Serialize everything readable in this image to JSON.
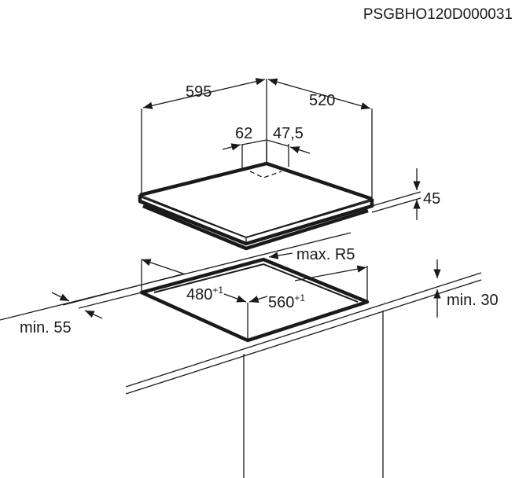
{
  "document_code": "PSGBHO120D000031",
  "hob_dimensions": {
    "width": "595",
    "depth": "520",
    "left_offset": "62",
    "right_offset": "47,5",
    "height": "45"
  },
  "cutout_dimensions": {
    "corner_radius": "max. R5",
    "depth": "480",
    "depth_tolerance": "+1",
    "width": "560",
    "width_tolerance": "+1",
    "min_back_distance": "min. 55",
    "min_worktop_thickness": "min. 30"
  }
}
